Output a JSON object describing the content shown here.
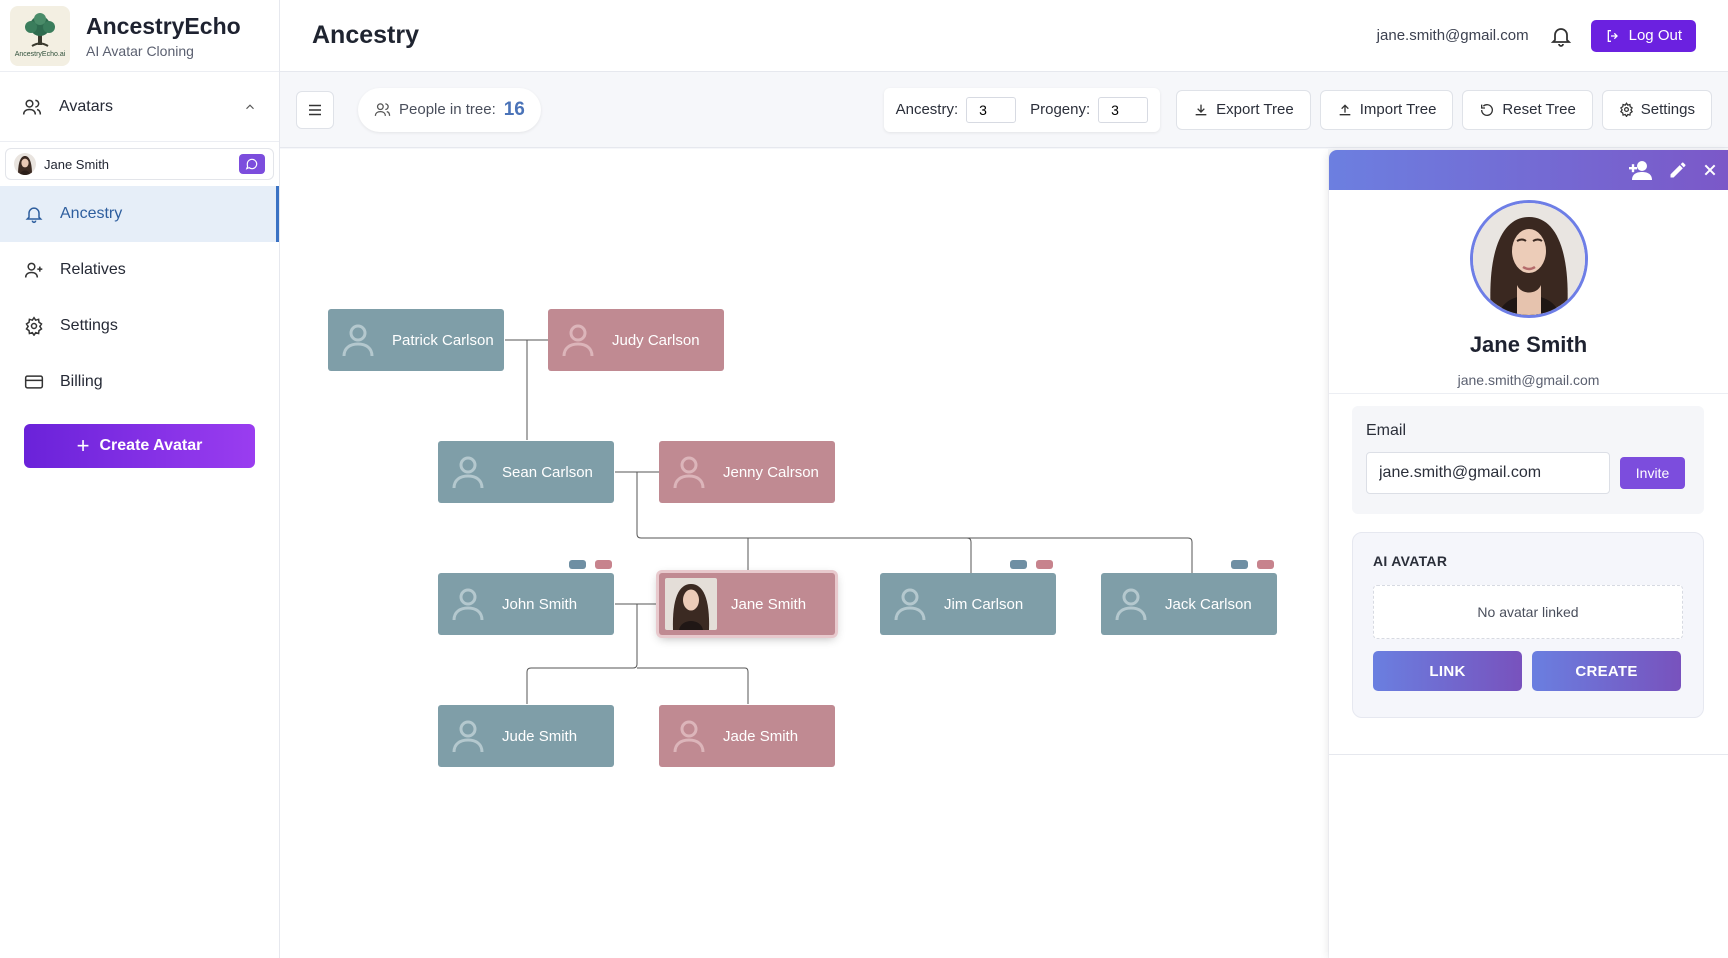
{
  "app": {
    "name": "AncestryEcho",
    "subtitle": "AI Avatar Cloning",
    "logo_text": "AncestryEcho.ai"
  },
  "sidebar": {
    "section_label": "Avatars",
    "avatar": {
      "name": "Jane Smith"
    },
    "items": [
      {
        "label": "Ancestry",
        "icon": "bell-icon",
        "active": true
      },
      {
        "label": "Relatives",
        "icon": "user-plus-icon"
      },
      {
        "label": "Settings",
        "icon": "gear-icon"
      },
      {
        "label": "Billing",
        "icon": "credit-card-icon"
      }
    ],
    "create_label": "Create Avatar"
  },
  "header": {
    "title": "Ancestry",
    "email": "jane.smith@gmail.com",
    "logout_label": "Log Out"
  },
  "toolbar": {
    "people_label": "People in tree:",
    "people_count": "16",
    "ancestry_label": "Ancestry:",
    "ancestry_value": "3",
    "progeny_label": "Progeny:",
    "progeny_value": "3",
    "export_label": "Export Tree",
    "import_label": "Import Tree",
    "reset_label": "Reset Tree",
    "settings_label": "Settings"
  },
  "tree": {
    "nodes": [
      {
        "name": "Patrick Carlson",
        "gender": "male"
      },
      {
        "name": "Judy Carlson",
        "gender": "female"
      },
      {
        "name": "Sean Carlson",
        "gender": "male"
      },
      {
        "name": "Jenny Calrson",
        "gender": "female"
      },
      {
        "name": "John Smith",
        "gender": "male"
      },
      {
        "name": "Jane Smith",
        "gender": "female",
        "selected": true
      },
      {
        "name": "Jim Carlson",
        "gender": "male"
      },
      {
        "name": "Jack Carlson",
        "gender": "male"
      },
      {
        "name": "Jude Smith",
        "gender": "male"
      },
      {
        "name": "Jade Smith",
        "gender": "female"
      }
    ],
    "colors": {
      "male": "#7f9ea8",
      "female": "#c08a92"
    }
  },
  "panel": {
    "name": "Jane Smith",
    "email": "jane.smith@gmail.com",
    "email_label": "Email",
    "email_value": "jane.smith@gmail.com",
    "invite_label": "Invite",
    "ai_title": "AI AVATAR",
    "no_avatar": "No avatar linked",
    "link_label": "LINK",
    "create_label": "CREATE"
  }
}
